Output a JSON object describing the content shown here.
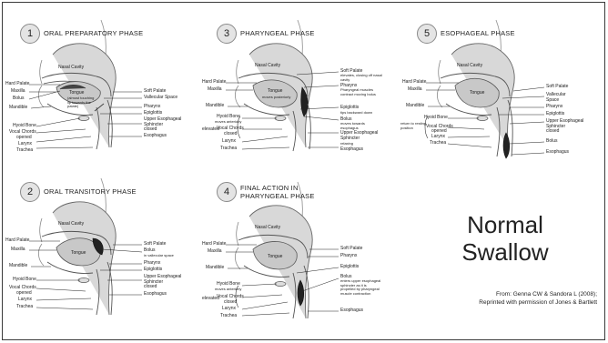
{
  "title": {
    "line1": "Normal",
    "line2": "Swallow"
  },
  "credit": {
    "line1": "From: Genna CW & Sandora L (2008);",
    "line2": "Reprinted with permission of Jones & Bartlett"
  },
  "panels": [
    {
      "number": "1",
      "title": "ORAL PREPARATORY PHASE",
      "left_labels": [
        "Hard Palate",
        "Maxilla",
        "Bolus",
        "Mandible",
        "Hyoid Bone",
        "Vocal Chords",
        "Larynx",
        "Trachea"
      ],
      "sub_labels": {
        "vocal": "opened"
      },
      "tongue_label": "Tongue",
      "tongue_note": "(almost touching lip towards the palate)",
      "top_label": "Nasal Cavity",
      "right_labels": [
        "Soft Palate",
        "Vallecular Space",
        "Pharynx",
        "Epiglottis",
        "Upper Esophageal Sphincter",
        "Esophagus"
      ],
      "right_notes": {
        "ues": "closed"
      }
    },
    {
      "number": "3",
      "title": "PHARYNGEAL PHASE",
      "left_labels": [
        "Hard Palate",
        "Maxilla",
        "Mandible",
        "Hyoid Bone",
        "Vocal Chords",
        "Larynx",
        "Trachea"
      ],
      "sub_labels": {
        "hyoid": "moves anteriorly",
        "vocal": "closed"
      },
      "bracket_label": "elevated",
      "tongue_label": "Tongue",
      "tongue_note": "moves posteriorly",
      "top_label": "Nasal Cavity",
      "right_labels": [
        "Soft Palate",
        "Pharynx",
        "Epiglottis",
        "Bolus",
        "Upper Esophageal Sphincter",
        "Esophagus"
      ],
      "right_notes": {
        "soft_palate": "elevates, closing off nasal cavity",
        "pharynx": "Pharyngeal muscles contract moving bolus",
        "epiglottis": "tips backward down",
        "bolus": "moves towards esophagus",
        "ues": "relaxing"
      }
    },
    {
      "number": "5",
      "title": "ESOPHAGEAL PHASE",
      "left_labels": [
        "Hard Palate",
        "Maxilla",
        "Mandible",
        "Hyoid Bone",
        "Vocal Chords",
        "Larynx",
        "Trachea"
      ],
      "sub_labels": {
        "vocal": "opened"
      },
      "bracket_label": "return to resting position",
      "tongue_label": "Tongue",
      "top_label": "Nasal Cavity",
      "right_labels": [
        "Soft Palate",
        "Vallecular Space",
        "Pharynx",
        "Epiglottis",
        "Upper Esophageal Sphincter",
        "Bolus",
        "Esophagus"
      ],
      "right_notes": {
        "ues": "closed"
      }
    },
    {
      "number": "2",
      "title": "ORAL TRANSITORY PHASE",
      "left_labels": [
        "Hard Palate",
        "Maxilla",
        "Mandible",
        "Hyoid Bone",
        "Vocal Chords",
        "Larynx",
        "Trachea"
      ],
      "sub_labels": {
        "vocal": "opened"
      },
      "tongue_label": "Tongue",
      "top_label": "Nasal Cavity",
      "right_labels": [
        "Soft Palate",
        "Bolus",
        "Pharynx",
        "Epiglottis",
        "Upper Esophageal Sphincter",
        "Esophagus"
      ],
      "right_notes": {
        "bolus": "in vallecular space",
        "ues": "closed"
      }
    },
    {
      "number": "4",
      "title_line1": "FINAL ACTION IN",
      "title_line2": "PHARYNGEAL PHASE",
      "left_labels": [
        "Hard Palate",
        "Maxilla",
        "Mandible",
        "Hyoid Bone",
        "Vocal Chords",
        "Larynx",
        "Trachea"
      ],
      "sub_labels": {
        "hyoid": "moves anteriorly",
        "vocal": "closed"
      },
      "bracket_label": "elevated",
      "tongue_label": "Tongue",
      "top_label": "Nasal Cavity",
      "right_labels": [
        "Soft Palate",
        "Pharynx",
        "Epiglottis",
        "Bolus",
        "Esophagus"
      ],
      "right_notes": {
        "bolus": "enters upper esophageal sphincter as it is propelled by pharyngeal muscle contraction"
      }
    }
  ]
}
